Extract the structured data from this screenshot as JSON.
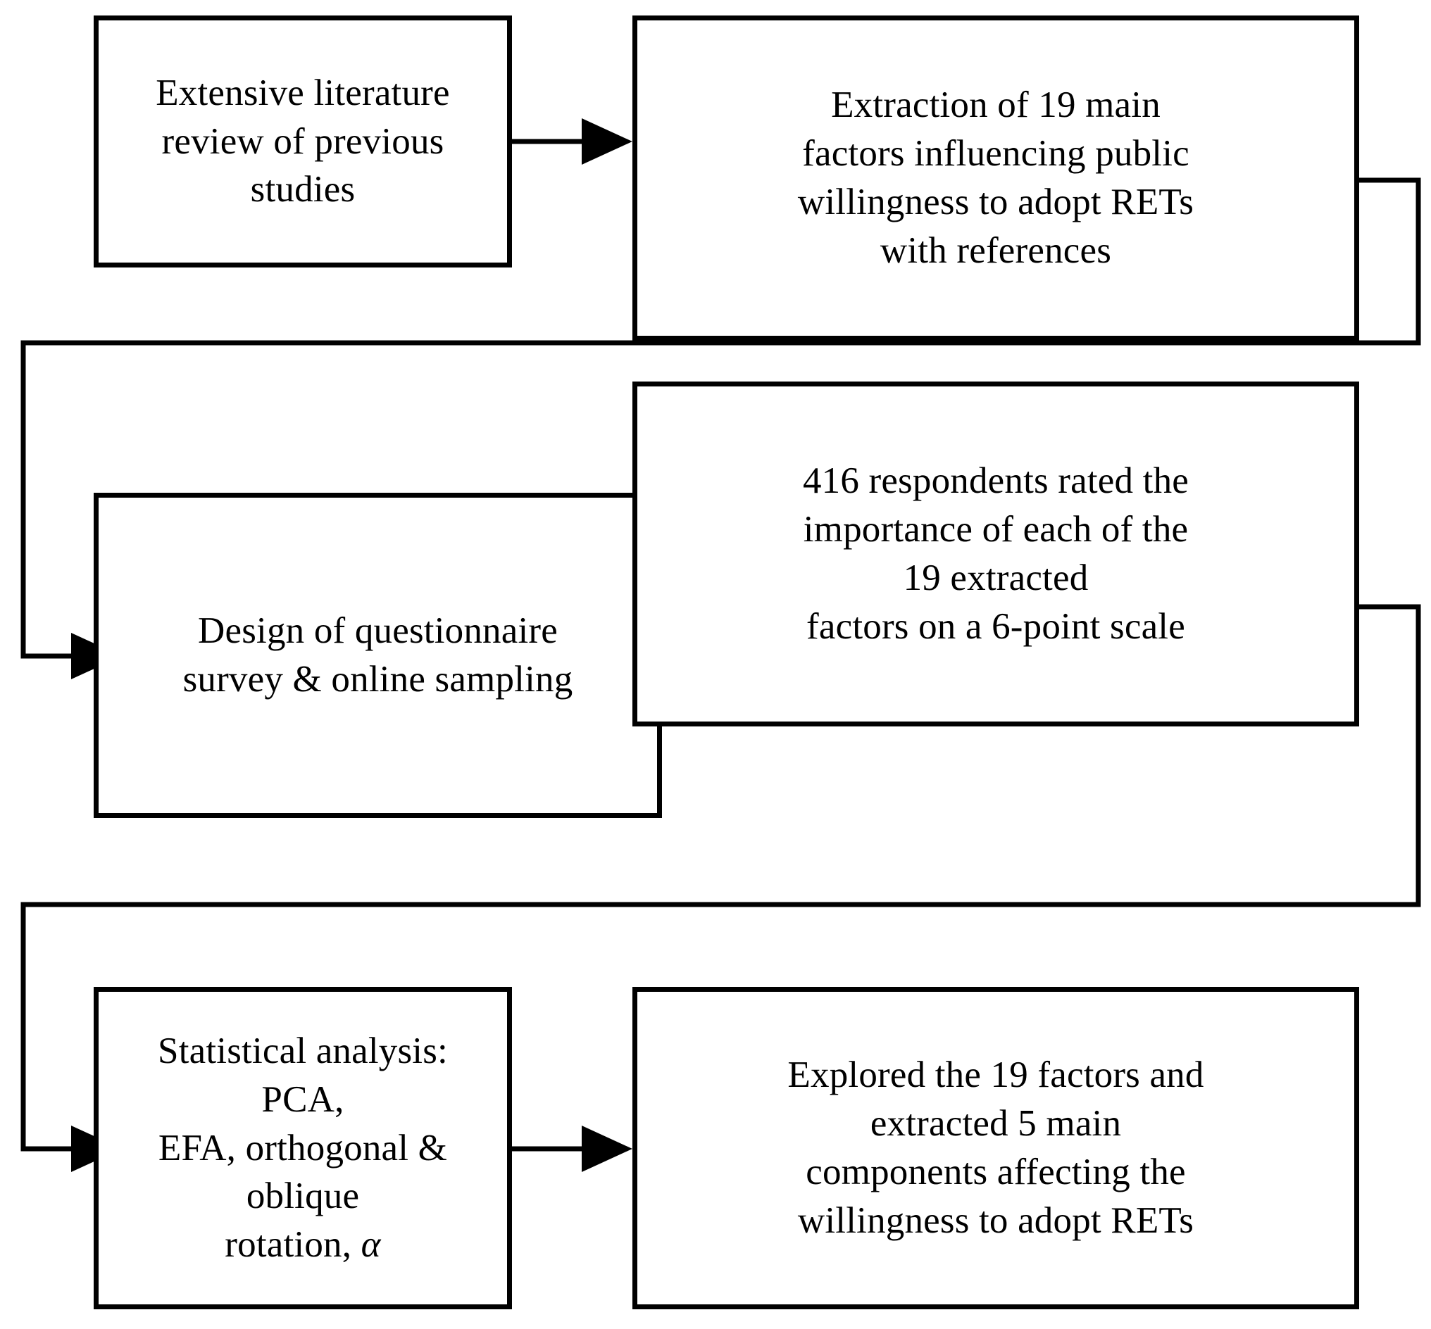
{
  "diagram": {
    "title": "Research methodology flowchart",
    "stroke_color": "#000000",
    "fill_color": "#ffffff",
    "background": "#ffffff",
    "nodes": [
      {
        "id": "lit-review",
        "label": "Extensive literature\nreview of previous studies"
      },
      {
        "id": "factor-extract",
        "label": "Extraction of 19 main\nfactors influencing public\nwillingness to adopt RETs\nwith references"
      },
      {
        "id": "questionnaire",
        "label": "Design of questionnaire\nsurvey & online sampling"
      },
      {
        "id": "respondents",
        "label": "416 respondents rated the\nimportance of each of the\n19 extracted\nfactors on a 6-point scale"
      },
      {
        "id": "stat-analysis",
        "label_pre": "Statistical analysis: PCA,\nEFA, orthogonal & oblique\nrotation, ",
        "label_alpha": "α"
      },
      {
        "id": "components",
        "label": "Explored the 19 factors and\nextracted 5 main\ncomponents affecting the\nwillingness to adopt RETs"
      }
    ],
    "edges": [
      {
        "id": "edge-1",
        "from": "lit-review",
        "to": "factor-extract",
        "style": "straight-right-arrow"
      },
      {
        "id": "edge-2",
        "from": "factor-extract",
        "to": "questionnaire",
        "style": "right-down-left-down-right-arrow"
      },
      {
        "id": "edge-3",
        "from": "questionnaire",
        "to": "respondents",
        "style": "straight-right-arrow"
      },
      {
        "id": "edge-4",
        "from": "respondents",
        "to": "stat-analysis",
        "style": "right-down-left-down-right-arrow"
      },
      {
        "id": "edge-5",
        "from": "stat-analysis",
        "to": "components",
        "style": "straight-right-arrow"
      }
    ]
  }
}
